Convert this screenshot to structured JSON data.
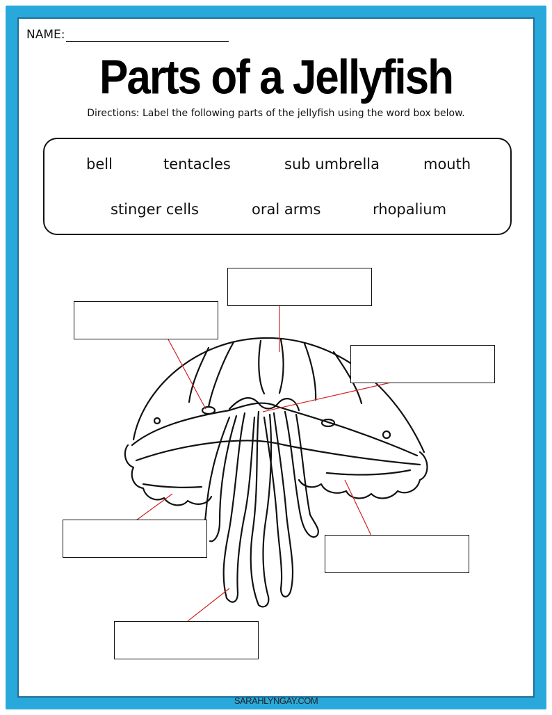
{
  "header": {
    "name_label": "NAME:",
    "title": "Parts of a Jellyfish",
    "directions": "Directions: Label the following parts of the jellyfish using the word box below."
  },
  "word_box": {
    "words": [
      "bell",
      "tentacles",
      "sub umbrella",
      "mouth",
      "stinger cells",
      "oral arms",
      "rhopalium"
    ]
  },
  "footer": {
    "site": "SARAHLYNGAY.COM"
  },
  "colors": {
    "frame": "#29a9db",
    "pointer_lines": "#d42020"
  }
}
